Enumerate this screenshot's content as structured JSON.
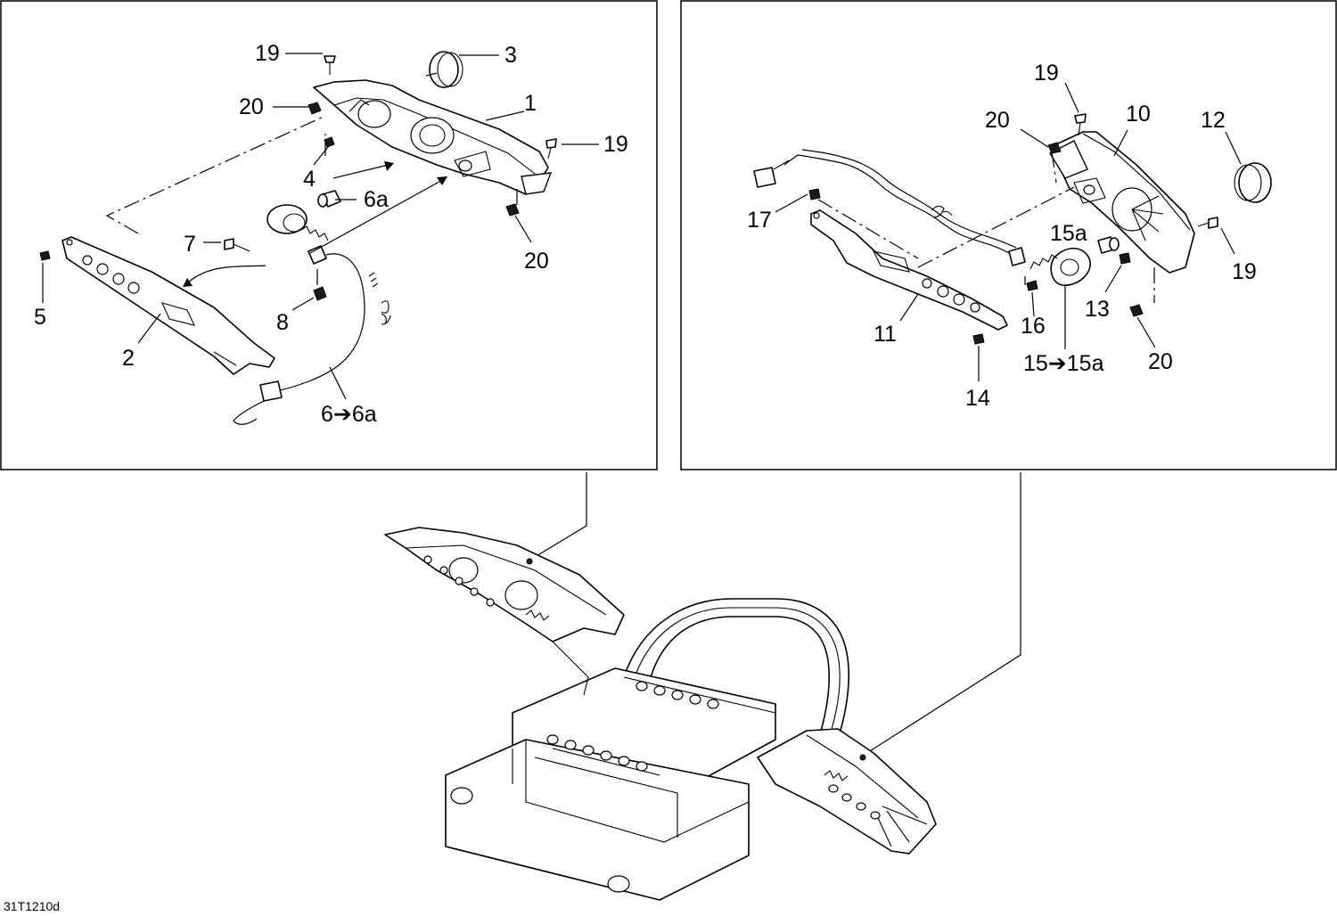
{
  "figure_id": "31T1210d",
  "left_panel": {
    "callouts": {
      "c19a": "19",
      "c3": "3",
      "c20a": "20",
      "c1": "1",
      "c19b": "19",
      "c4": "4",
      "c6a": "6a",
      "c20b": "20",
      "c7": "7",
      "c5": "5",
      "c8": "8",
      "c2": "2",
      "c6to6a": "6➔6a"
    }
  },
  "right_panel": {
    "callouts": {
      "c19a": "19",
      "c10": "10",
      "c12": "12",
      "c20a": "20",
      "c17": "17",
      "c15a": "15a",
      "c19b": "19",
      "c13": "13",
      "c11": "11",
      "c16": "16",
      "c14": "14",
      "c15to15a": "15➔15a",
      "c20b": "20"
    }
  }
}
